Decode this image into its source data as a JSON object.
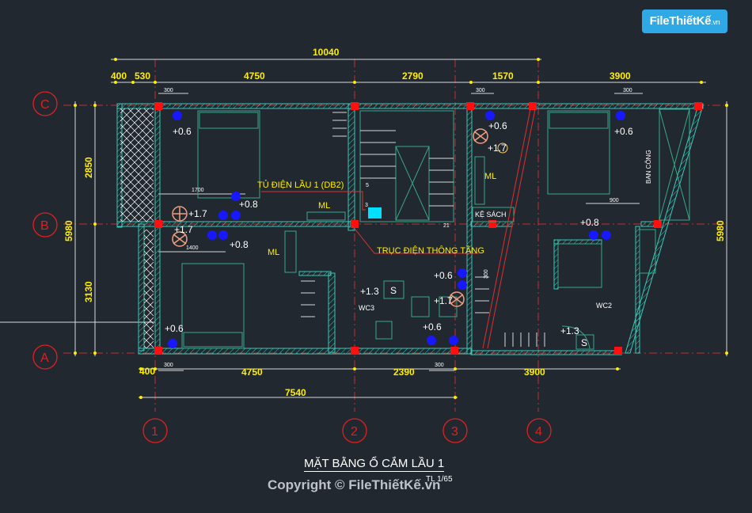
{
  "logo": {
    "brand": "FileThiếtKế",
    "suffix": ".vn"
  },
  "dimensions": {
    "top_total": "10040",
    "top": [
      "400",
      "530",
      "4750",
      "2790",
      "1570",
      "3900"
    ],
    "bottom": [
      "400",
      "4750",
      "2390",
      "3900"
    ],
    "bottom_total": "7540",
    "left_total": "5980",
    "left_upper": "2850",
    "left_lower": "3130",
    "right_total": "5980",
    "small_300": "300",
    "d1700": "1700",
    "d1400": "1400",
    "d900": "900",
    "d300v": "300",
    "n5": "5",
    "n3": "3",
    "n21": "21"
  },
  "axes": {
    "rows": [
      "C",
      "B",
      "A"
    ],
    "cols": [
      "1",
      "2",
      "3",
      "4"
    ]
  },
  "labels": {
    "panel": "TỦ ĐIỆN LẦU 1 (DB2)",
    "riser": "TRỤC ĐIỆN THÔNG TẦNG",
    "ml": "ML",
    "wc3": "WC3",
    "wc2": "WC2",
    "shelf": "KỆ SÁCH",
    "balcony": "BAN CÔNG",
    "s": "S",
    "h06": "+0.6",
    "h08": "+0.8",
    "h13": "+1.3",
    "h17": "+1.7"
  },
  "title": "MẶT BẰNG Ổ CẮM LẦU 1",
  "scale": "TL 1/65",
  "watermark": "Copyright © FileThiếtKế.vn",
  "colors": {
    "background": "#212830",
    "dimension": "#ffee00",
    "axis": "#e02020",
    "wall": "#39c9b8"
  }
}
